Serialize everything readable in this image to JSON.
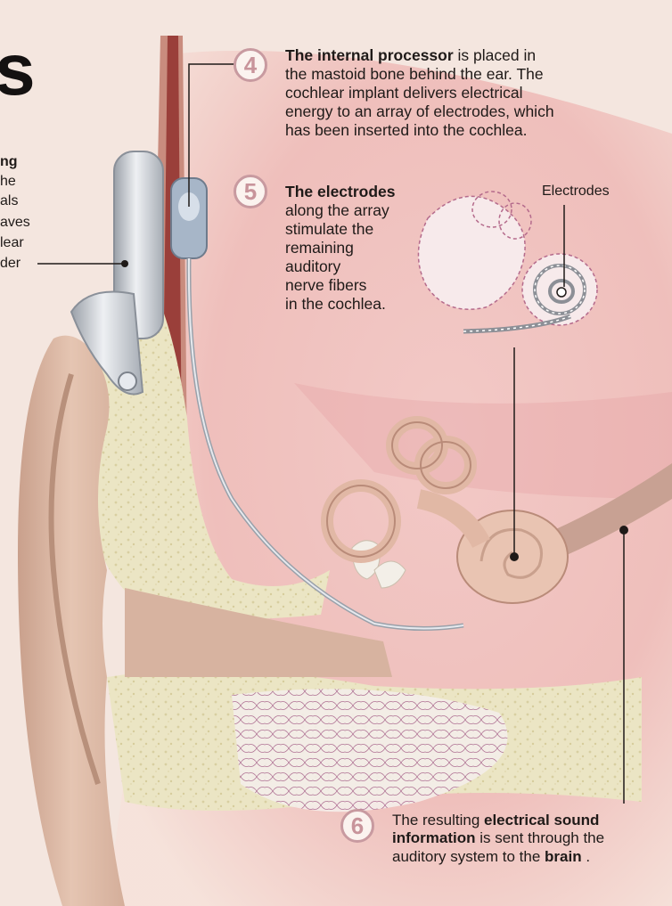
{
  "title_fragment": "s",
  "left_text": {
    "line1": "ng",
    "line2": "he",
    "line3": "als",
    "line4": "aves",
    "line5": "lear",
    "line6": "der"
  },
  "step4": {
    "number": "4",
    "bold": "The internal processor",
    "line1_rest": " is placed in",
    "line2": "the mastoid bone behind the ear. The",
    "line3": "cochlear implant delivers electrical",
    "line4": "energy to an array of electrodes, which",
    "line5": "has been inserted into the cochlea."
  },
  "step5": {
    "number": "5",
    "bold": "The electrodes",
    "line2": "along the array",
    "line3": "stimulate the",
    "line4": "remaining",
    "line5": "auditory",
    "line6": "nerve fibers",
    "line7": "in the cochlea."
  },
  "inset_label": "Electrodes",
  "step6": {
    "number": "6",
    "line1_plain": "The resulting ",
    "line1_bold": "electrical sound",
    "line2_bold": "information",
    "line2_plain": " is sent through the",
    "line3_plain": "auditory system to the ",
    "line3_bold": "brain",
    "line3_end": " ."
  },
  "colors": {
    "background": "#f4e6df",
    "skin": "#e2c2ae",
    "bone": "#e9e3bf",
    "tissue": "#e9a4a8",
    "accent": "#c8949b"
  }
}
